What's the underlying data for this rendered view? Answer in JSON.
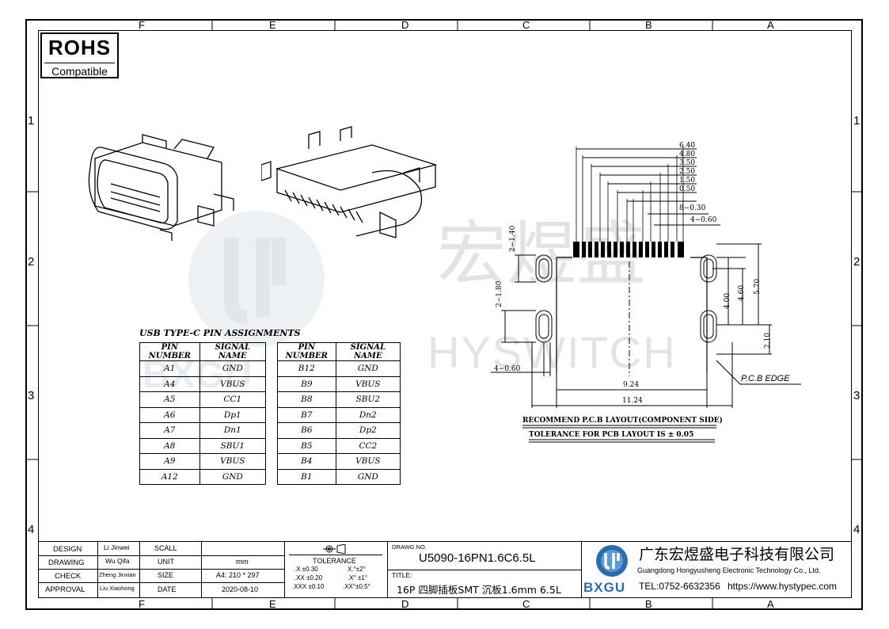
{
  "zones": {
    "columns": [
      "F",
      "E",
      "D",
      "C",
      "B",
      "A"
    ],
    "rows": [
      "1",
      "2",
      "3",
      "4"
    ]
  },
  "badge": {
    "title": "ROHS",
    "subtitle": "Compatible"
  },
  "watermark": {
    "chinese": "宏煜盛",
    "english": "HYSWITCH",
    "logo_text": "BXGU"
  },
  "pin_table": {
    "title": "USB TYPE-C PIN ASSIGNMENTS",
    "headers": [
      "PIN NUMBER",
      "SIGNAL NAME"
    ],
    "left": [
      [
        "A1",
        "GND"
      ],
      [
        "A4",
        "VBUS"
      ],
      [
        "A5",
        "CC1"
      ],
      [
        "A6",
        "Dp1"
      ],
      [
        "A7",
        "Dn1"
      ],
      [
        "A8",
        "SBU1"
      ],
      [
        "A9",
        "VBUS"
      ],
      [
        "A12",
        "GND"
      ]
    ],
    "right": [
      [
        "B12",
        "GND"
      ],
      [
        "B9",
        "VBUS"
      ],
      [
        "B8",
        "SBU2"
      ],
      [
        "B7",
        "Dn2"
      ],
      [
        "B6",
        "Dp2"
      ],
      [
        "B5",
        "CC2"
      ],
      [
        "B4",
        "VBUS"
      ],
      [
        "B1",
        "GND"
      ]
    ]
  },
  "pcb": {
    "top_dims": [
      "6.40",
      "4.80",
      "3.50",
      "2.50",
      "1.50",
      "0.50",
      "8−0.30",
      "4−0.60"
    ],
    "left_dims": [
      "2−1.40",
      "2−1.80",
      "4−0.60"
    ],
    "right_dims": [
      "4.00",
      "4.60",
      "5.70",
      "2.10"
    ],
    "bottom_dims": [
      "9.24",
      "11.24"
    ],
    "edge_label": "P.C.B EDGE",
    "note1": "RECOMMEND P.C.B LAYOUT(COMPONENT SIDE)",
    "note2": "TOLERANCE FOR PCB LAYOUT IS ± 0.05"
  },
  "title_block": {
    "rows": [
      {
        "role": "DESIGN",
        "name": "Li Jinwei",
        "key": "SCALL",
        "value": ""
      },
      {
        "role": "DRAWING",
        "name": "Wu Qifa",
        "key": "UNIT",
        "value": "mm"
      },
      {
        "role": "CHECK",
        "name": "Zheng Jinxian",
        "key": "SIZE",
        "value": "A4: 210 * 297"
      },
      {
        "role": "APPROVAL",
        "name": "Liu Xiaohong",
        "key": "DATE",
        "value": "2020-08-10"
      }
    ],
    "tolerance_label": "TOLERANCE",
    "tolerance": [
      ".X  ±0.30",
      ".XX  ±0.20",
      ".XXX  ±0.10"
    ],
    "angle_tolerance": [
      "X.°±2°",
      ".X° ±1°",
      ".XX°±0.5°"
    ],
    "drawing_no_label": "DRAWG NO.",
    "drawing_no": "U5090-16PN1.6C6.5L",
    "title_label": "TITLE:",
    "title": "16P 四脚插板SMT 沉板1.6mm 6.5L",
    "company_cn": "广东宏煜盛电子科技有限公司",
    "company_en": "Guangdong Hongyusheng Electronic Technology Co., Ltd.",
    "tel": "TEL:0752-6632356",
    "url": "https://www.hystypec.com",
    "logo_text": "BXGU"
  },
  "colors": {
    "ink": "#000000",
    "watermark": "#e3e3e3",
    "logo_blue": "#2b6cb0"
  }
}
